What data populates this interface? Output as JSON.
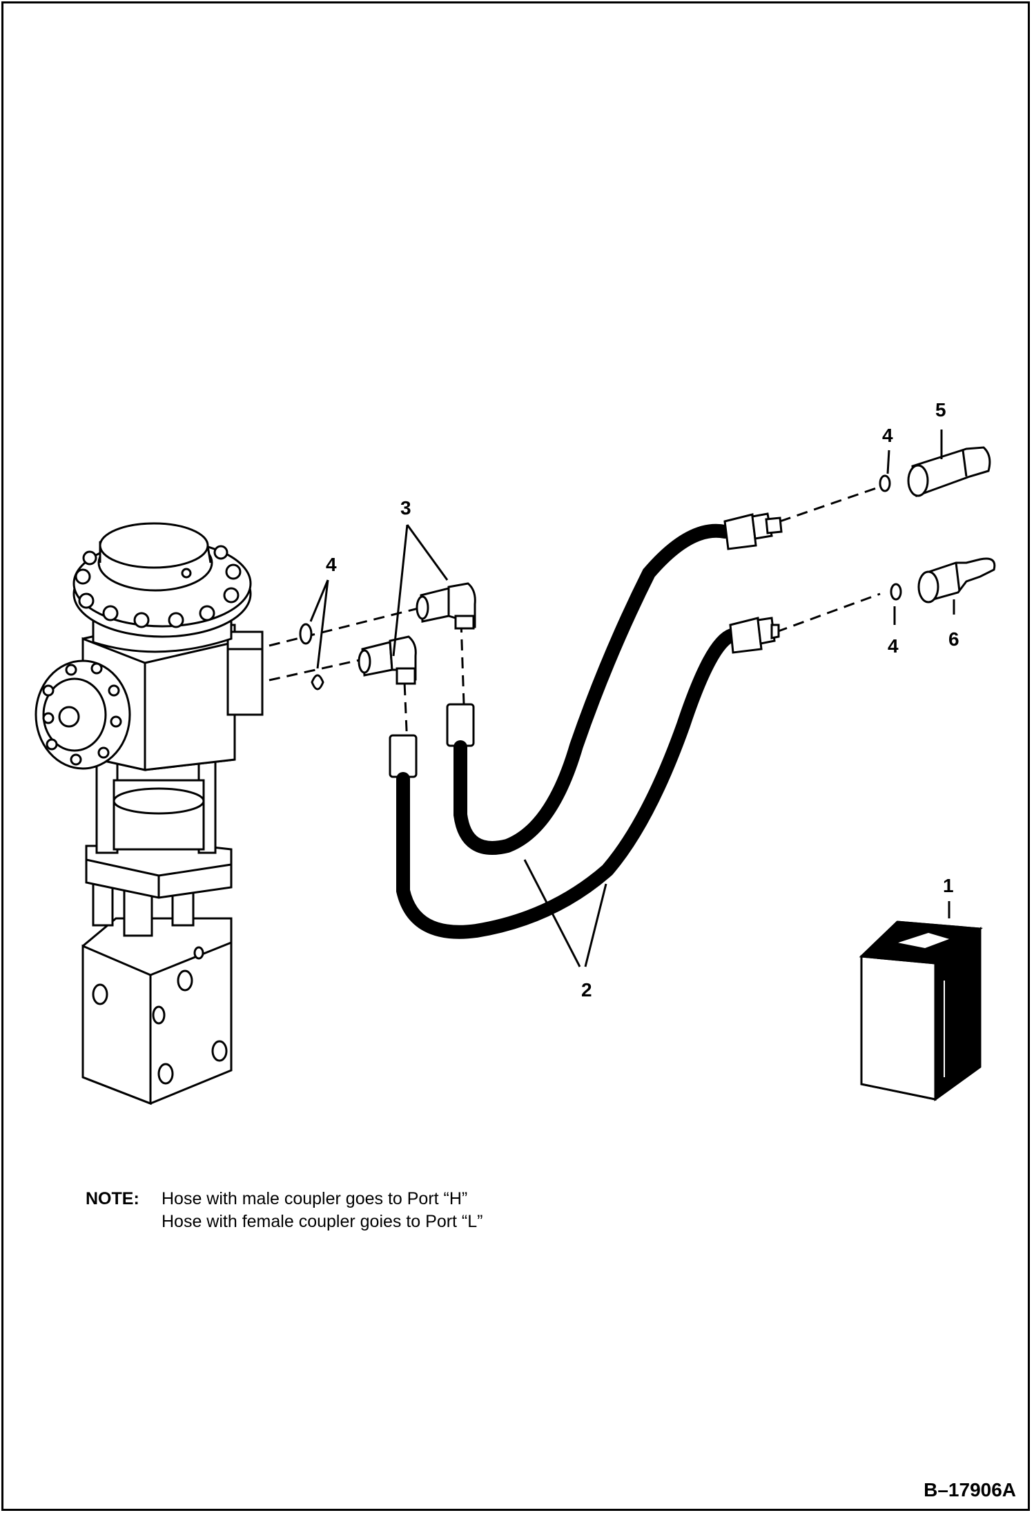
{
  "callouts": {
    "c1": "1",
    "c2": "2",
    "c3": "3",
    "c4a": "4",
    "c4b": "4",
    "c4c": "4",
    "c5": "5",
    "c6": "6"
  },
  "note": {
    "label": "NOTE:",
    "line1": "Hose with male coupler goes to Port “H”",
    "line2": "Hose with female coupler goies to Port “L”"
  },
  "figure_id": "B–17906A"
}
